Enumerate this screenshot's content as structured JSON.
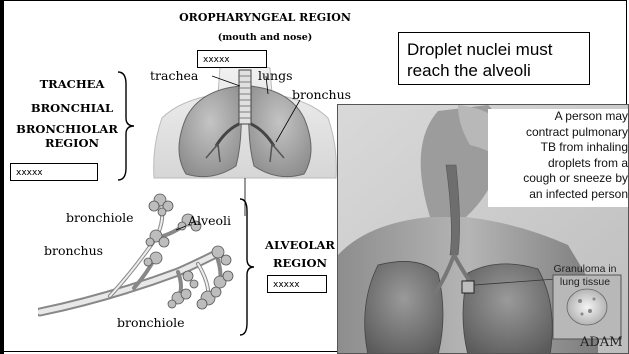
{
  "diagram": {
    "top_region_title": "OROPHARYNGEAL REGION",
    "top_region_subtitle": "(mouth and nose)",
    "label_trachea": "trachea",
    "label_lungs": "lungs",
    "label_bronchus": "bronchus",
    "left_group": [
      "TRACHEA",
      "BRONCHIAL",
      "BRONCHIOLAR",
      "REGION"
    ],
    "alveolar_group": [
      "ALVEOLAR",
      "REGION"
    ],
    "label_bronchiole_top": "bronchiole",
    "label_alveoli": "Alveoli",
    "label_bronchus_lower": "bronchus",
    "label_bronchiole_bottom": "bronchiole",
    "placeholders": [
      "xxxxx",
      "xxxxx",
      "xxxxx"
    ]
  },
  "callout": {
    "text": "Droplet nuclei must reach the alveoli"
  },
  "illustration": {
    "note": "A person may\ncontract pulmonary\nTB from inhaling\ndroplets from a\ncough or sneeze by\nan infected person",
    "granuloma_label": "Granuloma in\nlung tissue",
    "credit": "ADAM"
  }
}
